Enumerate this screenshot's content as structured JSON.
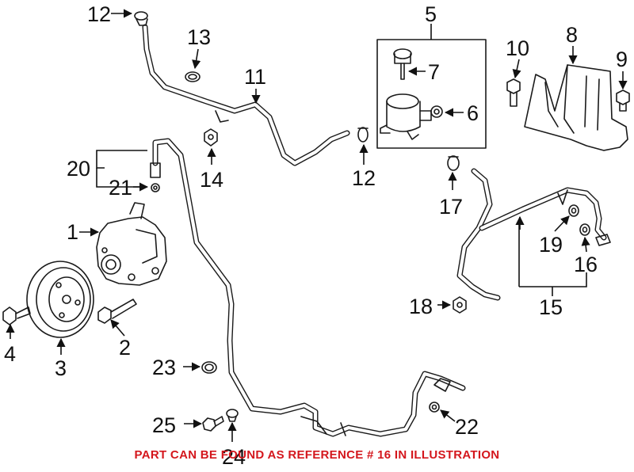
{
  "callouts": {
    "c1": "1",
    "c2": "2",
    "c3": "3",
    "c4": "4",
    "c5": "5",
    "c6": "6",
    "c7": "7",
    "c8": "8",
    "c9": "9",
    "c10": "10",
    "c11": "11",
    "c12a": "12",
    "c12b": "12",
    "c13": "13",
    "c14": "14",
    "c15": "15",
    "c16": "16",
    "c17": "17",
    "c18": "18",
    "c19": "19",
    "c20": "20",
    "c21": "21",
    "c22": "22",
    "c23": "23",
    "c24": "24",
    "c25": "25"
  },
  "notice": "PART CAN BE FOUND AS REFERENCE # 16 IN ILLUSTRATION",
  "colors": {
    "notice": "#d4171d",
    "line": "#1a1a1a",
    "background": "#ffffff"
  }
}
